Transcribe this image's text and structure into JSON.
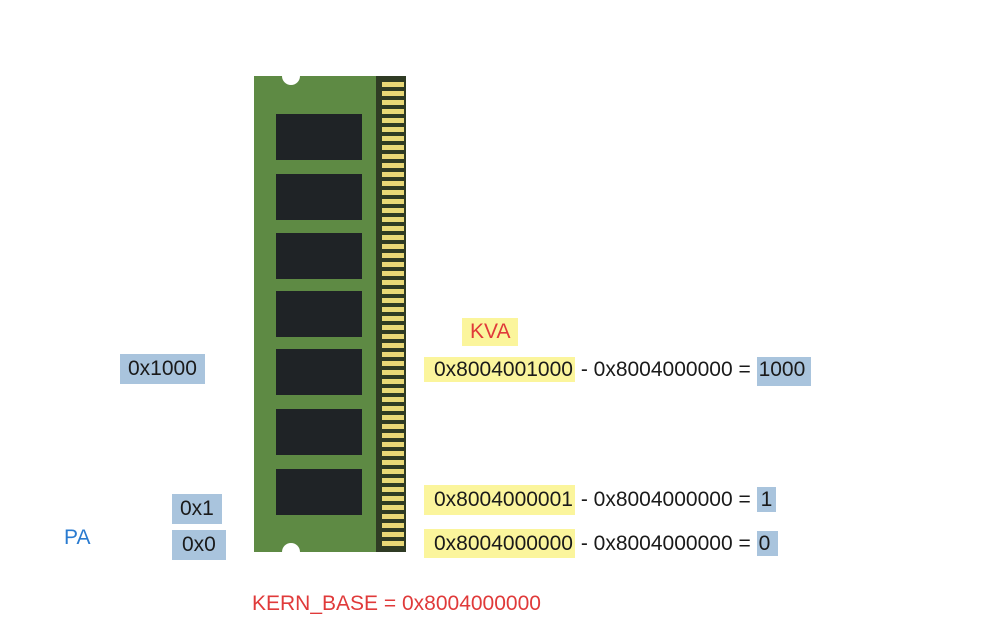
{
  "kva_label": "KVA",
  "pa_label": "PA",
  "kern_base_label": "KERN_BASE = 0x8004000000",
  "rows": {
    "top": {
      "pa": "0x1000",
      "kva": "0x8004001000",
      "expr": " - 0x8004000000 = ",
      "result": "1000"
    },
    "middle": {
      "pa": "0x1",
      "kva": "0x8004000001",
      "expr": " - 0x8004000000 = ",
      "result": "1"
    },
    "bottom": {
      "pa": "0x0",
      "kva": "0x8004000000",
      "expr": " - 0x8004000000 = ",
      "result": "0"
    }
  },
  "colors": {
    "board": "#5e8a44",
    "chip": "#1f2326",
    "pin": "#e9d877",
    "highlight_blue": "#a9c4dd",
    "highlight_yellow": "#fbf59c",
    "label_red": "#e03a3a",
    "label_blue": "#2a7bd0"
  }
}
